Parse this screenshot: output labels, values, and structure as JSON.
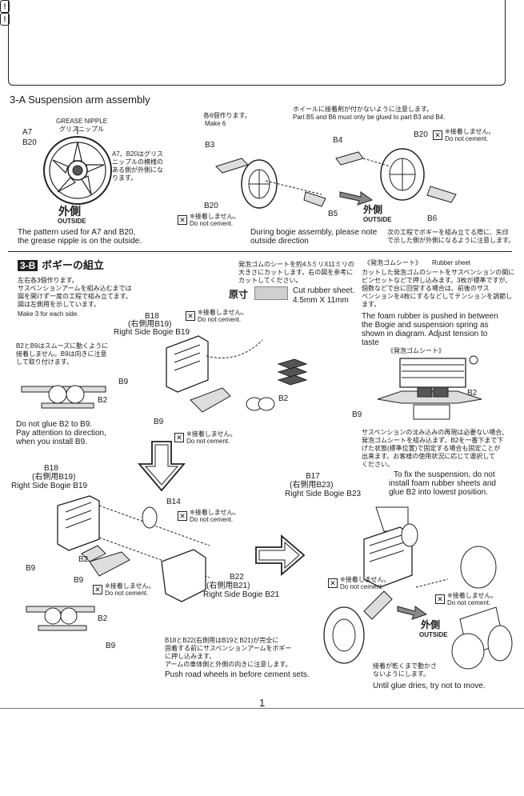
{
  "section_3a": {
    "title": "3-A Suspension arm assembly",
    "labels": {
      "a7": "A7",
      "b20": "B20",
      "grease_nipple_en": "GREASE NIPPLE",
      "grease_nipple_jp": "グリスニップル",
      "note_jp_1": "A7、B20はグリス",
      "note_jp_2": "ニップルの模様の",
      "note_jp_3": "ある側が外側にな",
      "note_jp_4": "ります。",
      "outside_jp": "外側",
      "outside_en": "OUTSIDE",
      "caption_1": "The pattern used for A7 and B20,",
      "caption_2": "the grease nipple is on the outside.",
      "make6_jp": "各6個作ります。",
      "make6_en": "Make 6",
      "b3": "B3",
      "b20_mid": "B20",
      "do_not_cement_jp": "※接着しません。",
      "do_not_cement_en": "Do not cement.",
      "b5": "B5",
      "warning_jp": "ホイールに接着剤が付かないように注意します。",
      "warning_en": "Part B5 and B6 must only be glued to part B3 and B4.",
      "b4": "B4",
      "b20_right": "B20",
      "b6": "B6",
      "during_1": "During bogie assembly, please note",
      "during_2": "outside direction",
      "next_jp_1": "次の工程でボギーを組み立てる際に、矢印",
      "next_jp_2": "で示した側が外側になるように注意します。"
    }
  },
  "section_3b": {
    "badge": "3-B",
    "title_jp": "ボギーの組立",
    "intro_jp_1": "左右各3個作ります。",
    "intro_jp_2": "サスペンションアームを組み込むまでは",
    "intro_jp_3": "図を開けず一度の工程で組み立てます。",
    "intro_jp_4": "図は左側用を示しています。",
    "intro_en": "Make 3 for each side.",
    "rubber_jp_1": "発泡ゴムのシートを約4.5ミリX11ミリの",
    "rubber_jp_2": "大きさにカットします。右の図を参考に",
    "rubber_jp_3": "カットしてください。",
    "actual_size": "原寸",
    "cut_en": "Cut rubber sheet.",
    "cut_dims": "4.5mm  X  11mm",
    "b18_1": "B18",
    "b18_2": "(右側用B19)",
    "b18_3": "Right Side Bogie B19",
    "b2b9_jp_1": "B2とB9はスムーズに動くように",
    "b2b9_jp_2": "接着しません。B9は向きに注意",
    "b2b9_jp_3": "して取り付けます。",
    "b9": "B9",
    "b2": "B2",
    "note_b2_1": "Do not glue B2 to B9.",
    "note_b2_2": "Pay attention to direction,",
    "note_b2_3": "when you install B9.",
    "b9_mid": "B9",
    "b2_mid": "B2",
    "sheet_title_jp": "《発泡ゴムシート》",
    "sheet_title_en": "Rubber sheet",
    "sheet_jp_1": "カットした発泡ゴムのシートをサスペンションの間に",
    "sheet_jp_2": "ピンセットなどで押し込みます。3枚が標準ですが、",
    "sheet_jp_3": "個数などで台に回受する場合は、前後のサス",
    "sheet_jp_4": "ペンションを4枚にするなどしてテンションを調節し",
    "sheet_jp_5": "ます。",
    "sheet_en_1": "The foam rubber is pushed in between",
    "sheet_en_2": "the Bogie and suspension spring as",
    "sheet_en_3": "shown in diagram. Adjust tension to",
    "sheet_en_4": "taste",
    "sheet_title2_jp": "《発泡ゴムシート》",
    "b2_right": "B2",
    "b9_right": "B9",
    "fix_jp_1": "サスペンションの沈み込みの再現は必要ない場合、",
    "fix_jp_2": "発泡ゴムシートを組み込まず、B2を一番下まで下",
    "fix_jp_3": "げた状態(標準位置)で固定する場合も固定ことが",
    "fix_jp_4": "出来ます。お客様の使用状況に応じて選択して",
    "fix_jp_5": "ください。",
    "fix_en_1": "To fix the suspension, do not",
    "fix_en_2": "install foam rubber sheets and",
    "fix_en_3": "glue B2 into lowest position.",
    "lower_b18_1": "B18",
    "lower_b18_2": "(右側用B19)",
    "lower_b18_3": "Right Side Bogie B19",
    "b14": "B14",
    "lower_b2": "B2",
    "lower_b9": "B9",
    "b22_1": "B22",
    "b22_2": "(右側用B21)",
    "b22_3": "Right Side Bogie B21",
    "lower_b9_2": "B9",
    "lower_b2_2": "B2",
    "lower_b9_3": "B9",
    "b17_1": "B17",
    "b17_2": "(右側用B23)",
    "b17_3": "Right Side Bogie B23",
    "push_jp_1": "B18とB22(右側用はB19とB21)が完全に",
    "push_jp_2": "固着する前にサスペンションアームをボギー",
    "push_jp_3": "に押し込みます。",
    "push_jp_4": "アームの車体側と外側の向きに注意します。",
    "push_en": "Push road wheels in before cement sets.",
    "outside_jp": "外側",
    "outside_en": "OUTSIDE",
    "dry_jp_1": "接着が乾くまで動かさ",
    "dry_jp_2": "ないようにします。",
    "dry_en": "Until glue dries, try not to move."
  },
  "footer": {
    "page_number": "1"
  }
}
